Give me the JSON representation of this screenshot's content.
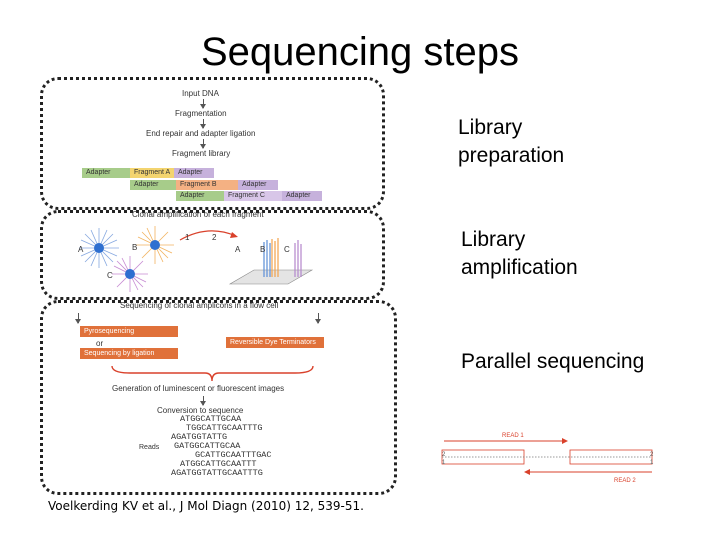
{
  "title": "Sequencing steps",
  "labels": {
    "library_preparation": [
      "Library",
      "preparation"
    ],
    "library_amplification": [
      "Library",
      "amplification"
    ],
    "parallel_sequencing": "Parallel sequencing"
  },
  "panel1": {
    "input": "Input DNA",
    "fragmentation": "Fragmentation",
    "repair": "End repair and adapter ligation",
    "library": "Fragment library",
    "row1": [
      "Adapter",
      "Fragment A",
      "Adapter"
    ],
    "row2": [
      "Adapter",
      "Fragment B",
      "Adapter"
    ],
    "row3": [
      "Adapter",
      "Fragment C",
      "Adapter"
    ]
  },
  "panel2": {
    "heading": "Clonal amplification of each fragment",
    "bead_labels": [
      "A",
      "B",
      "C"
    ],
    "step_labels": [
      "1",
      "2"
    ],
    "cluster_labels": [
      "A",
      "B",
      "C"
    ]
  },
  "panel3": {
    "heading": "Sequencing of clonal amplicons in a flow cell",
    "pyro": "Pyrosequencing",
    "or": "or",
    "ligation": "Sequencing by ligation",
    "reversible": "Reversible Dye Terminators",
    "luminescent": "Generation of luminescent or fluorescent images",
    "conversion": "Conversion to sequence",
    "reads_label": "Reads",
    "reads": [
      "ATGGCATTGCAA",
      "TGGCATTGCAATTTG",
      "AGATGGTATTG",
      "GATGGCATTGCAA",
      "GCATTGCAATTTGAC",
      "ATGGCATTGCAATTT",
      "AGATGGTATTGCAATTTG"
    ]
  },
  "paired_end": {
    "read1": "READ 1",
    "read2": "READ 2",
    "marks": [
      "2",
      "1",
      "2",
      "1"
    ]
  },
  "citation": "Voelkerding KV et al., J Mol Diagn (2010) 12, 539-51.",
  "colors": {
    "orange": "#e0713a",
    "green": "#a7cc8a",
    "yellow": "#f3d46f",
    "purple": "#c6b1dc",
    "peach": "#f4b183"
  }
}
